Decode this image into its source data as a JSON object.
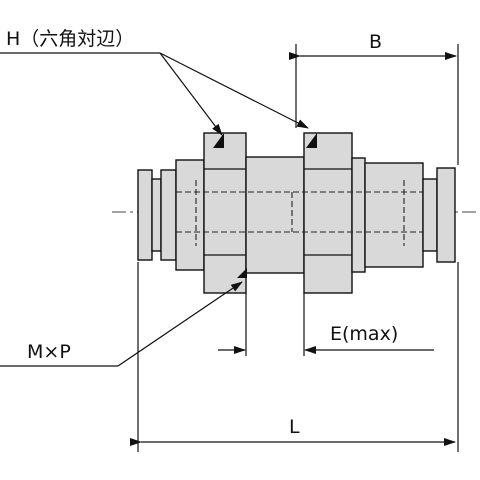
{
  "labels": {
    "hex_width": "H（六角対辺）",
    "dim_b": "B",
    "thread": "M×P",
    "dim_e": "E(max)",
    "dim_l": "L"
  },
  "colors": {
    "body_fill": "#d9d9d9",
    "outline": "#111111",
    "dim_line": "#111111",
    "background": "#ffffff"
  }
}
